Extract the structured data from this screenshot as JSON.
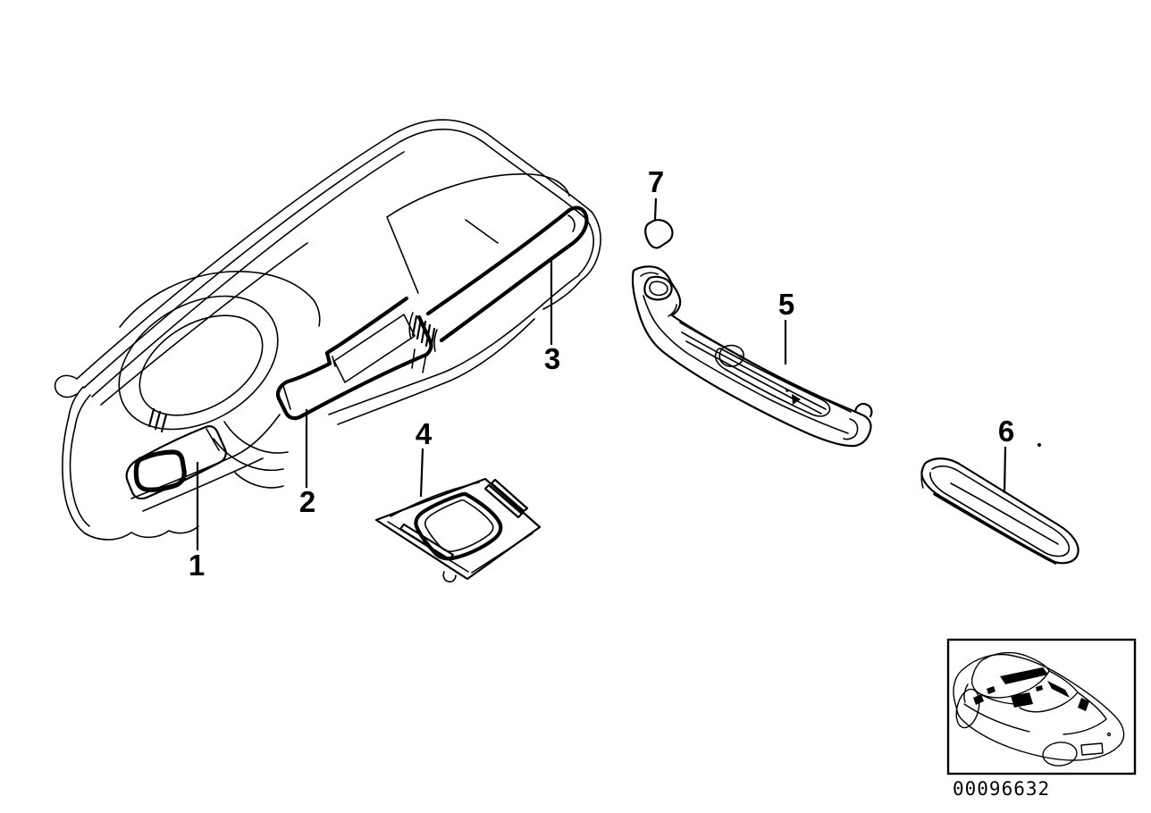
{
  "page": {
    "background_color": "#ffffff",
    "ink_color": "#000000"
  },
  "diagram": {
    "type": "exploded-parts-line-diagram",
    "callouts": [
      {
        "label": "1"
      },
      {
        "label": "2"
      },
      {
        "label": "3"
      },
      {
        "label": "4"
      },
      {
        "label": "5"
      },
      {
        "label": "6"
      },
      {
        "label": "7"
      }
    ]
  },
  "thumbnail": {
    "part_number": "00096632"
  }
}
